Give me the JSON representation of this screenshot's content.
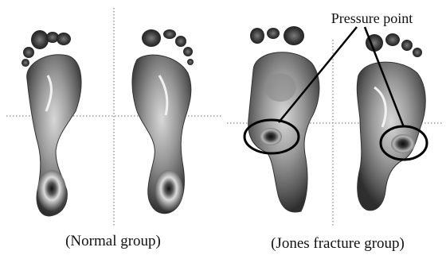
{
  "annotation": {
    "label": "Pressure point"
  },
  "panels": [
    {
      "caption": "(Normal group)"
    },
    {
      "caption": "(Jones fracture group)"
    }
  ]
}
